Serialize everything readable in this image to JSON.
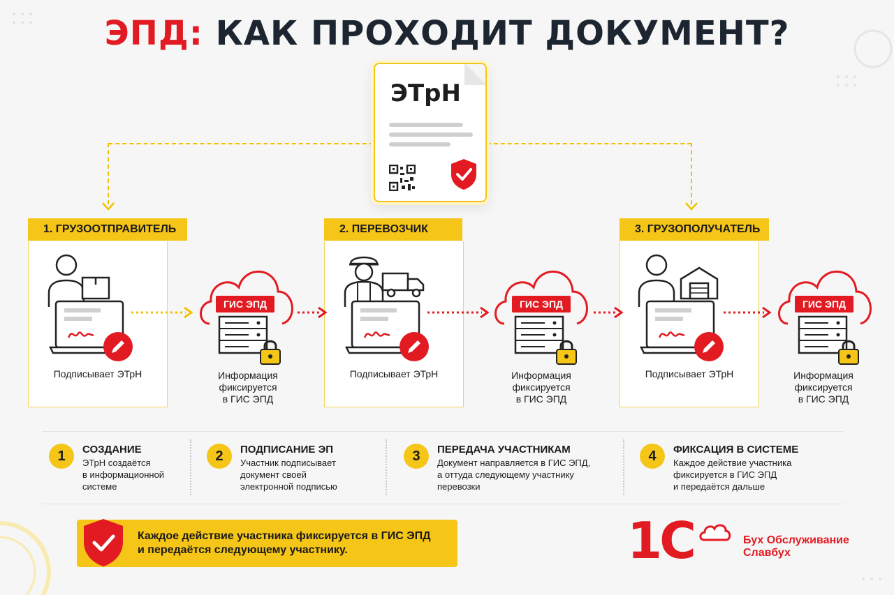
{
  "title": {
    "accent": "ЭПД:",
    "main": "КАК ПРОХОДИТ ДОКУМЕНТ?"
  },
  "document": {
    "label": "ЭТрН"
  },
  "stages": [
    {
      "label": "1. ГРУЗООТПРАВИТЕЛЬ",
      "action": "Подписывает ЭТрН"
    },
    {
      "label": "2. ПЕРЕВОЗЧИК",
      "action": "Подписывает ЭТрН"
    },
    {
      "label": "3. ГРУЗОПОЛУЧАТЕЛЬ",
      "action": "Подписывает ЭТрН"
    }
  ],
  "gis": {
    "badge": "ГИС ЭПД",
    "caption_lines": [
      "Информация",
      "фиксируется",
      "в ГИС ЭПД"
    ]
  },
  "steps": [
    {
      "number": "1",
      "title": "СОЗДАНИЕ",
      "lines": [
        "ЭТрН создаётся",
        "в информационной",
        "системе"
      ]
    },
    {
      "number": "2",
      "title": "ПОДПИСАНИЕ ЭП",
      "lines": [
        "Участник подписывает",
        "документ своей",
        "электронной подписью"
      ]
    },
    {
      "number": "3",
      "title": "ПЕРЕДАЧА УЧАСТНИКАМ",
      "lines": [
        "Документ направляется в ГИС ЭПД,",
        "а оттуда следующему участнику",
        "перевозки"
      ]
    },
    {
      "number": "4",
      "title": "ФИКСАЦИЯ В СИСТЕМЕ",
      "lines": [
        "Каждое действие участника",
        "фиксируется в ГИС ЭПД",
        "и передаётся дальше"
      ]
    }
  ],
  "banner": {
    "line1": "Каждое действие участника фиксируется в ГИС ЭПД",
    "line2": "и передаётся следующему участнику."
  },
  "brand": {
    "logo": "1С",
    "line1": "Бух Обслуживание",
    "line2": "Славбух"
  },
  "colors": {
    "accent_red": "#e21b22",
    "accent_yellow": "#f5c518",
    "title_dark": "#1c2530"
  },
  "icons": [
    "document-icon",
    "qr-code-icon",
    "shield-check-icon",
    "person-icon",
    "courier-icon",
    "box-icon",
    "truck-icon",
    "warehouse-icon",
    "laptop-icon",
    "signature-icon",
    "pen-icon",
    "cloud-icon",
    "server-icon",
    "lock-icon",
    "arrow-right-icon",
    "arrow-down-icon"
  ]
}
